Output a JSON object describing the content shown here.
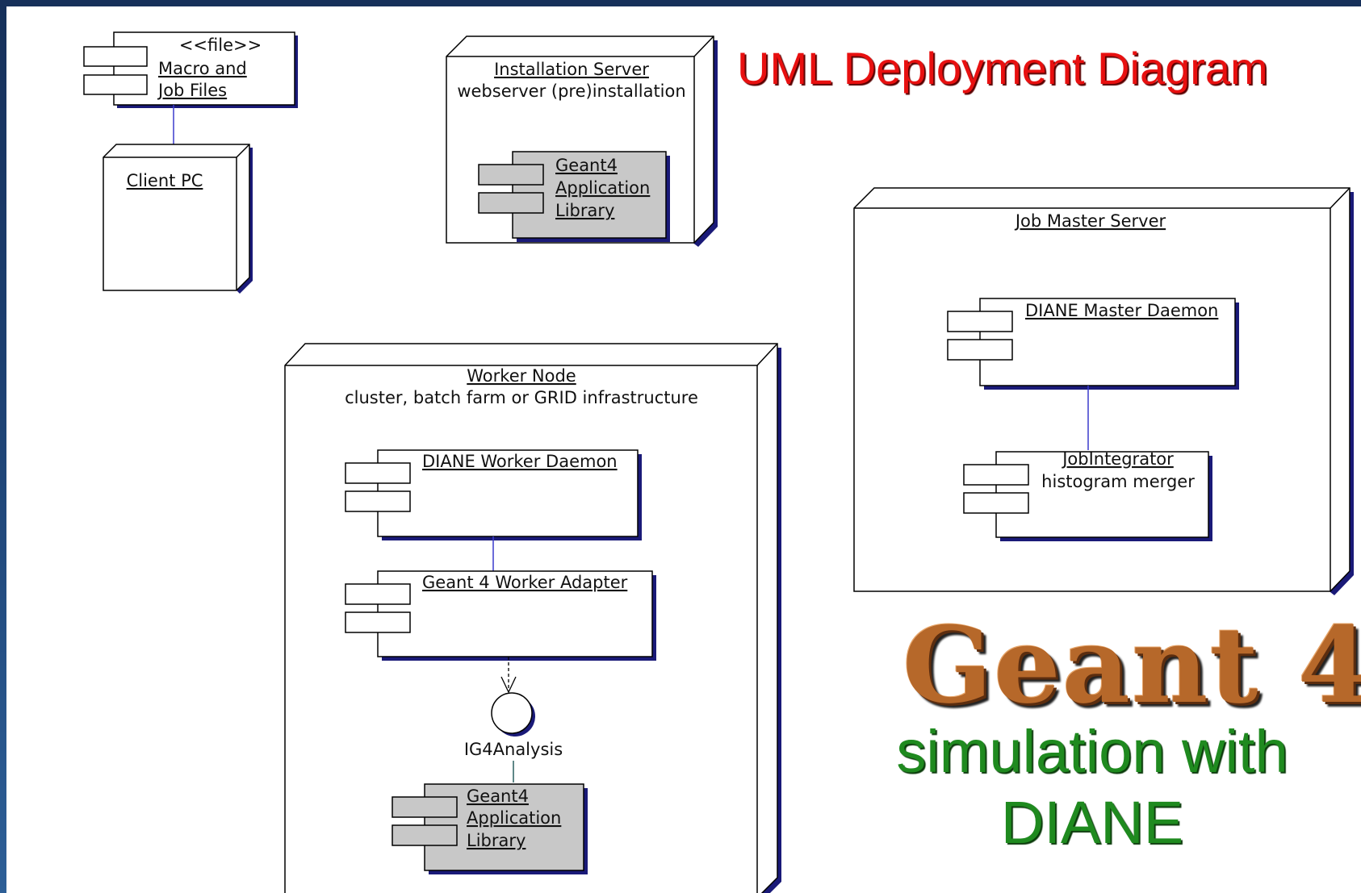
{
  "title": "UML Deployment Diagram",
  "logo_text": "Geant 4",
  "subtitle_line1": "simulation with",
  "subtitle_line2": "DIANE",
  "artifact": {
    "stereotype": "<<file>>",
    "name_line1": "Macro and",
    "name_line2": "Job Files"
  },
  "nodes": {
    "client": {
      "name": "Client PC"
    },
    "install": {
      "name": "Installation Server",
      "desc": "webserver (pre)installation"
    },
    "jobmaster": {
      "name": "Job Master Server"
    },
    "worker": {
      "name": "Worker Node",
      "desc": "cluster, batch farm or GRID infrastructure"
    }
  },
  "components": {
    "install_lib": {
      "line1": "Geant4",
      "line2": "Application",
      "line3": "Library"
    },
    "master_daemon": {
      "name": "DIANE Master Daemon"
    },
    "job_integrator": {
      "name": "JobIntegrator",
      "desc": "histogram merger"
    },
    "worker_daemon": {
      "name": "DIANE Worker Daemon"
    },
    "worker_adapter": {
      "name": "Geant 4 Worker Adapter"
    },
    "worker_lib": {
      "line1": "Geant4",
      "line2": "Application",
      "line3": "Library"
    }
  },
  "interface": {
    "name": "IG4Analysis"
  },
  "colors": {
    "title": "#e81010",
    "subtitle": "#1f8a1f",
    "logo": "#b6682a",
    "shadow": "#1a1a78",
    "link": "#3a3acc",
    "component_fill_gray": "#c8c8c8"
  }
}
